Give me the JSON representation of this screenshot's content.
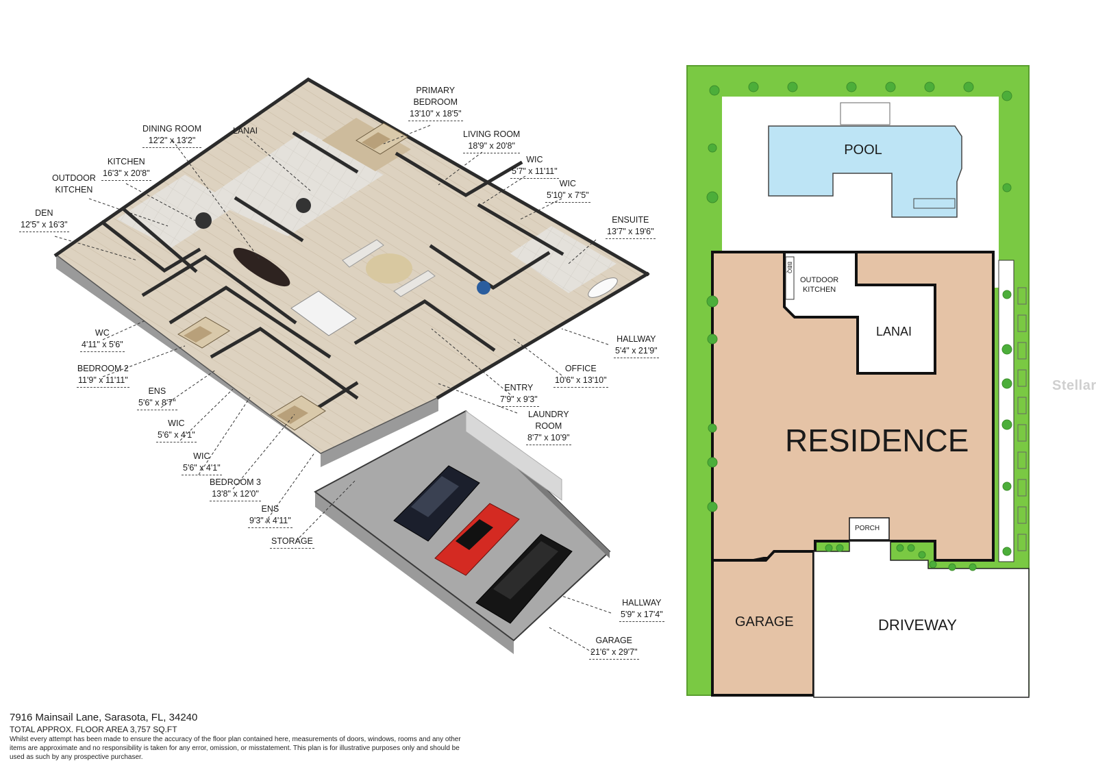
{
  "rooms": [
    {
      "id": "primary",
      "name": "PRIMARY\nBEDROOM",
      "dims": "13'10\" x 18'5\""
    },
    {
      "id": "dining",
      "name": "DINING ROOM",
      "dims": "12'2\" x 13'2\""
    },
    {
      "id": "lanai",
      "name": "LANAI",
      "dims": ""
    },
    {
      "id": "living",
      "name": "LIVING ROOM",
      "dims": "18'9\" x 20'8\""
    },
    {
      "id": "kitchen",
      "name": "KITCHEN",
      "dims": "16'3\" x 20'8\""
    },
    {
      "id": "wic1",
      "name": "WIC",
      "dims": "5'7\" x 11'11\""
    },
    {
      "id": "outdoor_kitchen",
      "name": "OUTDOOR\nKITCHEN",
      "dims": ""
    },
    {
      "id": "wic2",
      "name": "WIC",
      "dims": "5'10\" x 7'5\""
    },
    {
      "id": "den",
      "name": "DEN",
      "dims": "12'5\" x 16'3\""
    },
    {
      "id": "ensuite",
      "name": "ENSUITE",
      "dims": "13'7\" x 19'6\""
    },
    {
      "id": "wc",
      "name": "WC",
      "dims": "4'11\" x 5'6\""
    },
    {
      "id": "hallway1",
      "name": "HALLWAY",
      "dims": "5'4\" x 21'9\""
    },
    {
      "id": "bedroom2",
      "name": "BEDROOM 2",
      "dims": "11'9\" x 11'11\""
    },
    {
      "id": "office",
      "name": "OFFICE",
      "dims": "10'6\" x 13'10\""
    },
    {
      "id": "ens1",
      "name": "ENS",
      "dims": "5'6\" x 8'7\""
    },
    {
      "id": "entry",
      "name": "ENTRY",
      "dims": "7'9\" x 9'3\""
    },
    {
      "id": "wic3",
      "name": "WIC",
      "dims": "5'6\" x 4'1\""
    },
    {
      "id": "laundry",
      "name": "LAUNDRY\nROOM",
      "dims": "8'7\" x 10'9\""
    },
    {
      "id": "wic4",
      "name": "WIC",
      "dims": "5'6\" x 4'1\""
    },
    {
      "id": "bedroom3",
      "name": "BEDROOM 3",
      "dims": "13'8\" x 12'0\""
    },
    {
      "id": "ens2",
      "name": "ENS",
      "dims": "9'3\" x 4'11\""
    },
    {
      "id": "storage",
      "name": "STORAGE",
      "dims": ""
    },
    {
      "id": "hallway2",
      "name": "HALLWAY",
      "dims": "5'9\" x 17'4\""
    },
    {
      "id": "garage",
      "name": "GARAGE",
      "dims": "21'6\" x 29'7\""
    }
  ],
  "site_plan": {
    "pool": "POOL",
    "outdoor_kitchen": "OUTDOOR\nKITCHEN",
    "bbq": "BBQ",
    "lanai": "LANAI",
    "residence": "RESIDENCE",
    "porch": "PORCH",
    "garage": "GARAGE",
    "driveway": "DRIVEWAY",
    "colors": {
      "lawn": "#7ac943",
      "residence": "#e5c3a6",
      "pool": "#bde4f5",
      "wall": "#111111"
    }
  },
  "footer": {
    "address": "7916 Mainsail Lane, Sarasota, FL, 34240",
    "area": "TOTAL APPROX. FLOOR AREA 3,757 SQ.FT",
    "disclaimer": "Whilst every attempt has been made to ensure the accuracy of the floor plan contained here, measurements of doors, windows, rooms and any other items are approximate and no responsibility is taken for any error, omission, or misstatement. This plan is for illustrative purposes only and should be used as such by any prospective purchaser."
  },
  "watermark": "StellarMLS"
}
